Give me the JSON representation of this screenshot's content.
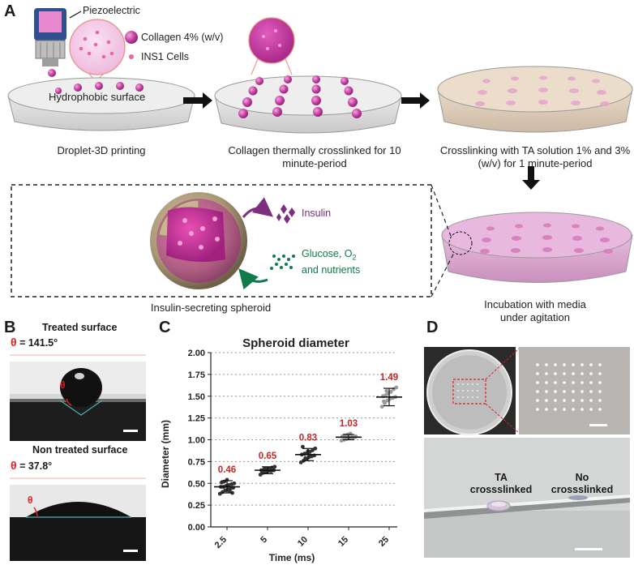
{
  "panel_letters": {
    "a": "A",
    "b": "B",
    "c": "C",
    "d": "D"
  },
  "panel_a": {
    "labels": {
      "piezo": "Piezoelectric",
      "collagen": "Collagen 4% (w/v)",
      "cells": "INS1 Cells",
      "hydrophobic": "Hydrophobic surface",
      "insulin": "Insulin",
      "glucose_line1": "Glucose, O",
      "glucose_sub": "2",
      "glucose_line2": "and nutrients"
    },
    "captions": {
      "step1": "Droplet-3D printing",
      "step2_line1": "Collagen thermally crosslinked for 10",
      "step2_line2": "minute-period",
      "step3_line1": "Crosslinking with TA solution 1% and 3%",
      "step3_line2": "(w/v) for 1 minute-period",
      "spheroid": "Insulin-secreting spheroid",
      "step4_line1": "Incubation with media",
      "step4_line2": "under agitation"
    },
    "colors": {
      "magenta": "#c2359a",
      "insulin": "#7d2f7d",
      "nutrients": "#0f7a4a"
    }
  },
  "panel_b": {
    "treated": {
      "title": "Treated surface",
      "theta": "θ",
      "angle": "= 141.5°"
    },
    "non_treated": {
      "title": "Non treated surface",
      "theta": "θ",
      "angle": "= 37.8°"
    },
    "theta_marker": "θ",
    "theta_color": "#e02020"
  },
  "chart_data": {
    "type": "scatter",
    "title": "Spheroid diameter",
    "xlabel": "Time (ms)",
    "ylabel": "Diameter (mm)",
    "categories": [
      "2.5",
      "5",
      "10",
      "15",
      "25"
    ],
    "means": [
      0.46,
      0.65,
      0.83,
      1.03,
      1.49
    ],
    "mean_labels": [
      "0.46",
      "0.65",
      "0.83",
      "1.03",
      "1.49"
    ],
    "sd": [
      0.07,
      0.04,
      0.07,
      0.03,
      0.1
    ],
    "points": [
      [
        0.38,
        0.4,
        0.42,
        0.43,
        0.44,
        0.45,
        0.46,
        0.46,
        0.47,
        0.48,
        0.49,
        0.5,
        0.51,
        0.52,
        0.54,
        0.41,
        0.39
      ],
      [
        0.6,
        0.62,
        0.63,
        0.64,
        0.64,
        0.65,
        0.65,
        0.66,
        0.66,
        0.67,
        0.68,
        0.69,
        0.63,
        0.67
      ],
      [
        0.74,
        0.76,
        0.78,
        0.8,
        0.81,
        0.82,
        0.83,
        0.84,
        0.85,
        0.86,
        0.88,
        0.9,
        0.92,
        0.79,
        0.87
      ],
      [
        0.99,
        1.0,
        1.01,
        1.02,
        1.03,
        1.03,
        1.04,
        1.05,
        1.06,
        1.07,
        1.02,
        1.04
      ],
      [
        1.38,
        1.42,
        1.45,
        1.47,
        1.48,
        1.49,
        1.5,
        1.51,
        1.53,
        1.55,
        1.58,
        1.6,
        1.44,
        1.56
      ]
    ],
    "yticks": [
      "0.00",
      "0.25",
      "0.50",
      "0.75",
      "1.00",
      "1.25",
      "1.50",
      "1.75",
      "2.00"
    ],
    "ylim": [
      0,
      2.0
    ],
    "grid": true,
    "label_color": "#c62828"
  },
  "panel_d": {
    "ta_line1": "TA",
    "ta_line2": "crossslinked",
    "no_line1": "No",
    "no_line2": "crossslinked"
  }
}
